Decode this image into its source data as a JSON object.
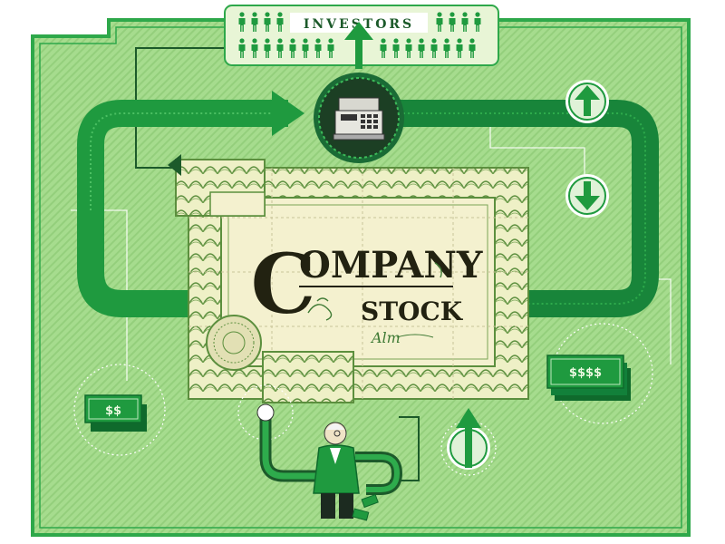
{
  "investors": {
    "label": "INVESTORS"
  },
  "certificate": {
    "title_initial": "C",
    "title_rest": "OMPANY",
    "subtitle": "STOCK",
    "signature": "Alm"
  },
  "money": {
    "left_bill": "$$",
    "right_bill": "$$$$"
  },
  "colors": {
    "background_green": "#9fd889",
    "frame_green": "#2ea84a",
    "loop_dark_green": "#1a8c3a",
    "certificate_paper": "#f2efc4",
    "certificate_border": "#5c8f3e",
    "text_dark": "#2a2a1a"
  },
  "icons": {
    "register": "cash-register-icon",
    "up": "arrow-up-icon",
    "down": "arrow-down-icon",
    "person": "investor-person-icon",
    "businessman": "businessman-figure"
  }
}
